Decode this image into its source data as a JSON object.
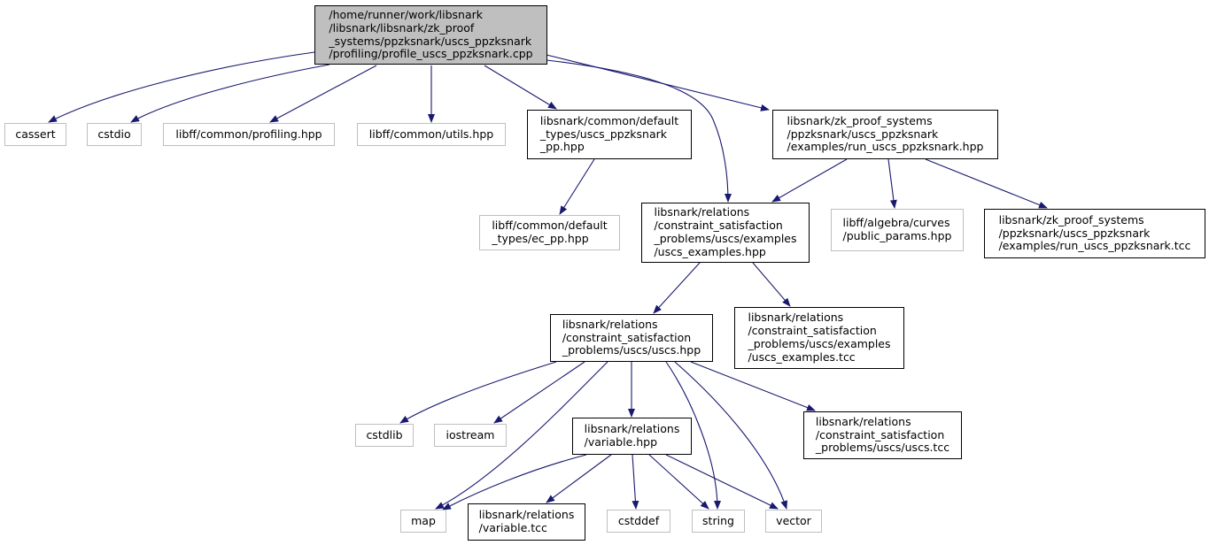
{
  "graph": {
    "edge_color": "#191970",
    "nodes": {
      "root": {
        "text": "/home/runner/work/libsnark\n/libsnark/libsnark/zk_proof\n_systems/ppzksnark/uscs_ppzksnark\n/profiling/profile_uscs_ppzksnark.cpp",
        "external": false
      },
      "cassert": {
        "text": "cassert",
        "external": true
      },
      "cstdio": {
        "text": "cstdio",
        "external": true
      },
      "profiling": {
        "text": "libff/common/profiling.hpp",
        "external": true
      },
      "utils": {
        "text": "libff/common/utils.hpp",
        "external": true
      },
      "default_types": {
        "text": "libsnark/common/default\n_types/uscs_ppzksnark\n_pp.hpp",
        "external": false
      },
      "run_hpp": {
        "text": "libsnark/zk_proof_systems\n/ppzksnark/uscs_ppzksnark\n/examples/run_uscs_ppzksnark.hpp",
        "external": false
      },
      "ec_pp": {
        "text": "libff/common/default\n_types/ec_pp.hpp",
        "external": true
      },
      "uscs_examples_hpp": {
        "text": "libsnark/relations\n/constraint_satisfaction\n_problems/uscs/examples\n/uscs_examples.hpp",
        "external": false
      },
      "public_params": {
        "text": "libff/algebra/curves\n/public_params.hpp",
        "external": true
      },
      "run_tcc": {
        "text": "libsnark/zk_proof_systems\n/ppzksnark/uscs_ppzksnark\n/examples/run_uscs_ppzksnark.tcc",
        "external": false
      },
      "uscs_hpp": {
        "text": "libsnark/relations\n/constraint_satisfaction\n_problems/uscs/uscs.hpp",
        "external": false
      },
      "uscs_examples_tcc": {
        "text": "libsnark/relations\n/constraint_satisfaction\n_problems/uscs/examples\n/uscs_examples.tcc",
        "external": false
      },
      "cstdlib": {
        "text": "cstdlib",
        "external": true
      },
      "iostream": {
        "text": "iostream",
        "external": true
      },
      "variable_hpp": {
        "text": "libsnark/relations\n/variable.hpp",
        "external": false
      },
      "uscs_tcc": {
        "text": "libsnark/relations\n/constraint_satisfaction\n_problems/uscs/uscs.tcc",
        "external": false
      },
      "map": {
        "text": "map",
        "external": true
      },
      "variable_tcc": {
        "text": "libsnark/relations\n/variable.tcc",
        "external": false
      },
      "cstddef": {
        "text": "cstddef",
        "external": true
      },
      "string": {
        "text": "string",
        "external": true
      },
      "vector": {
        "text": "vector",
        "external": true
      }
    },
    "edges": [
      [
        "root",
        "cassert"
      ],
      [
        "root",
        "cstdio"
      ],
      [
        "root",
        "profiling"
      ],
      [
        "root",
        "utils"
      ],
      [
        "root",
        "default_types"
      ],
      [
        "root",
        "uscs_examples_hpp"
      ],
      [
        "root",
        "run_hpp"
      ],
      [
        "default_types",
        "ec_pp"
      ],
      [
        "run_hpp",
        "uscs_examples_hpp"
      ],
      [
        "run_hpp",
        "public_params"
      ],
      [
        "run_hpp",
        "run_tcc"
      ],
      [
        "uscs_examples_hpp",
        "uscs_hpp"
      ],
      [
        "uscs_examples_hpp",
        "uscs_examples_tcc"
      ],
      [
        "uscs_hpp",
        "cstdlib"
      ],
      [
        "uscs_hpp",
        "iostream"
      ],
      [
        "uscs_hpp",
        "map"
      ],
      [
        "uscs_hpp",
        "variable_hpp"
      ],
      [
        "uscs_hpp",
        "string"
      ],
      [
        "uscs_hpp",
        "vector"
      ],
      [
        "uscs_hpp",
        "uscs_tcc"
      ],
      [
        "variable_hpp",
        "map"
      ],
      [
        "variable_hpp",
        "variable_tcc"
      ],
      [
        "variable_hpp",
        "cstddef"
      ],
      [
        "variable_hpp",
        "string"
      ],
      [
        "variable_hpp",
        "vector"
      ]
    ]
  }
}
